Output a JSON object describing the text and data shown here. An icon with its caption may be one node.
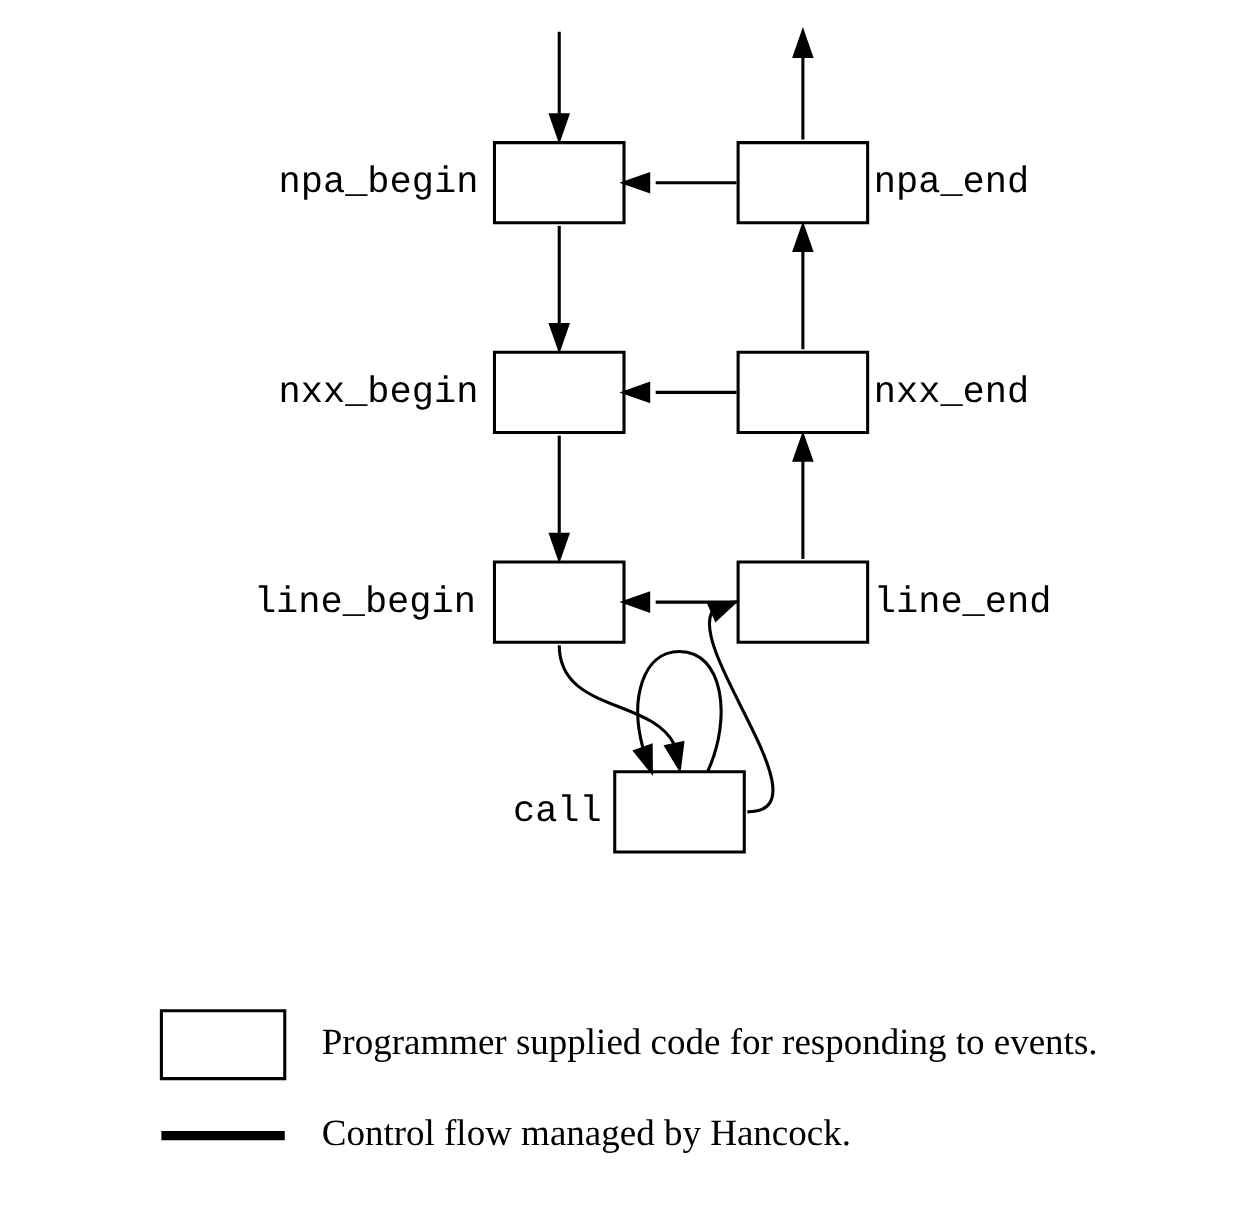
{
  "diagram": {
    "nodes": [
      {
        "text": [],
        "shape": "box",
        "beside": [
          "npa_begin"
        ]
      },
      {
        "text": [],
        "shape": "box",
        "beside": [
          "npa_end"
        ]
      },
      {
        "text": [],
        "shape": "box",
        "beside": [
          "nxx_begin"
        ]
      },
      {
        "text": [],
        "shape": "box",
        "beside": [
          "nxx_end"
        ]
      },
      {
        "text": [],
        "shape": "box",
        "beside": [
          "line_begin"
        ]
      },
      {
        "text": [],
        "shape": "box",
        "beside": [
          "line_end"
        ]
      },
      {
        "text": [],
        "shape": "box",
        "beside": [
          "call"
        ]
      }
    ],
    "edges": [
      {
        "from": null,
        "to": 0,
        "arrow": "to"
      },
      {
        "from": 1,
        "to": null,
        "arrow": "to"
      },
      {
        "from": 1,
        "to": 0,
        "arrow": "to"
      },
      {
        "from": 0,
        "to": 2,
        "arrow": "to"
      },
      {
        "from": 3,
        "to": 1,
        "arrow": "to"
      },
      {
        "from": 3,
        "to": 2,
        "arrow": "to"
      },
      {
        "from": 2,
        "to": 4,
        "arrow": "to"
      },
      {
        "from": 5,
        "to": 3,
        "arrow": "to"
      },
      {
        "from": 5,
        "to": 4,
        "arrow": "to"
      },
      {
        "from": 4,
        "to": 6,
        "arrow": "to"
      },
      {
        "from": 6,
        "to": 5,
        "arrow": "to"
      },
      {
        "from": 6,
        "to": 6,
        "arrow": "to"
      }
    ],
    "legend": [
      {
        "text": "Programmer supplied code for responding to events."
      },
      {
        "text": "Control flow managed by Hancock."
      }
    ]
  }
}
